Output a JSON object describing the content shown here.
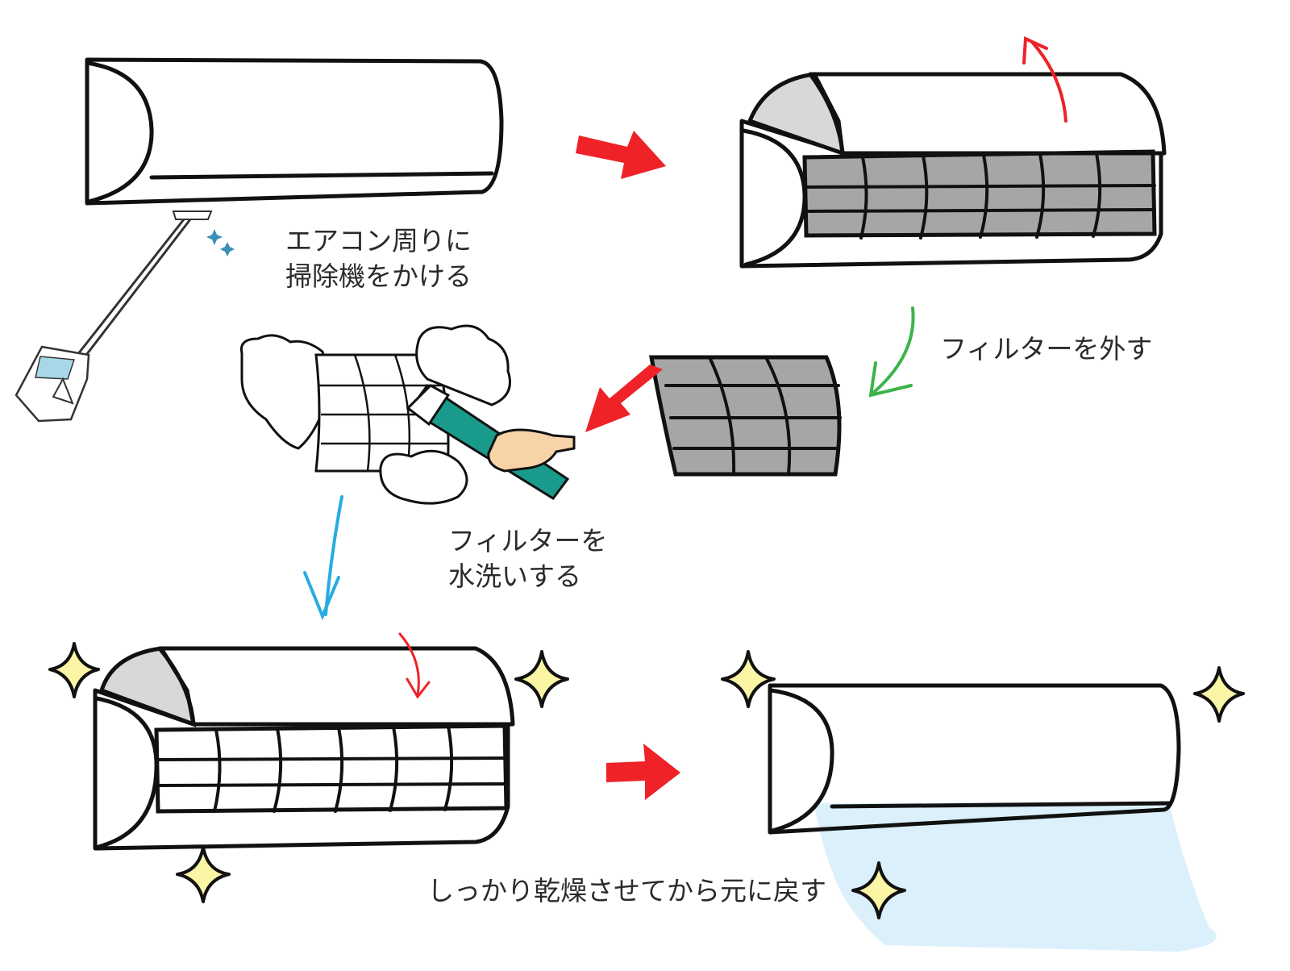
{
  "steps": {
    "vacuum": {
      "line1": "エアコン周りに",
      "line2": "掃除機をかける"
    },
    "remove_filter": {
      "label": "フィルターを外す"
    },
    "wash_filter": {
      "line1": "フィルターを",
      "line2": "水洗いする"
    },
    "dry_return": {
      "label": "しっかり乾燥させてから元に戻す"
    }
  },
  "colors": {
    "red_arrow": "#ee2227",
    "green_arrow": "#3cb34a",
    "blue_arrow": "#29abe2",
    "filter_gray": "#a6a6a6",
    "sponge_teal": "#1a9a8a",
    "hand_skin": "#f9d3a8",
    "sparkle_yellow": "#fbf5a6",
    "water_light_blue": "#dcf0fb"
  }
}
